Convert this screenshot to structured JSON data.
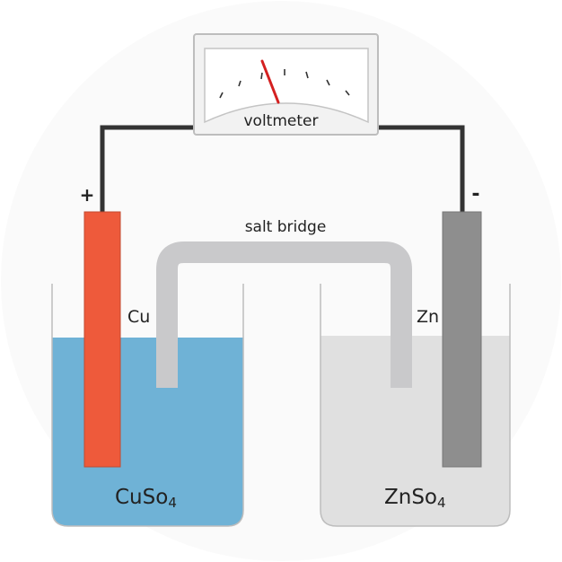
{
  "voltmeter": {
    "label": "voltmeter"
  },
  "bridge": {
    "label": "salt bridge"
  },
  "left_cell": {
    "polarity": "+",
    "electrode": "Cu",
    "solution_main": "CuSo",
    "solution_sub": "4"
  },
  "right_cell": {
    "polarity": "-",
    "electrode": "Zn",
    "solution_main": "ZnSo",
    "solution_sub": "4"
  },
  "colors": {
    "copper": "#ee5a3b",
    "zinc": "#8e8e8e",
    "cuso4_solution": "#6fb2d6",
    "znso4_solution": "#e0e0e0",
    "bridge": "#c9c9cb",
    "wire": "#333333",
    "needle": "#d42020"
  }
}
